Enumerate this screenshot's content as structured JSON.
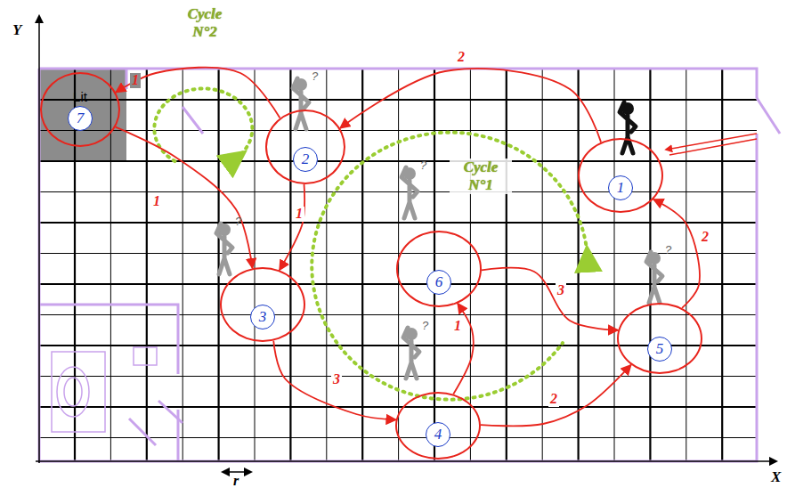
{
  "diagram": {
    "nodes": [
      {
        "text": [
          "1"
        ]
      },
      {
        "text": [
          "2"
        ]
      },
      {
        "text": [
          "3"
        ]
      },
      {
        "text": [
          "4"
        ]
      },
      {
        "text": [
          "5"
        ]
      },
      {
        "text": [
          "6"
        ]
      },
      {
        "text": [
          "Lit",
          "7"
        ]
      }
    ],
    "edges": [
      {
        "from": 0,
        "to": 1,
        "label": "2",
        "arrow": "to"
      },
      {
        "from": 1,
        "to": 6,
        "label": "1",
        "arrow": "to"
      },
      {
        "from": 6,
        "to": 2,
        "label": "1",
        "arrow": "to"
      },
      {
        "from": 1,
        "to": 2,
        "label": "1",
        "arrow": "to"
      },
      {
        "from": 2,
        "to": 3,
        "label": "3",
        "arrow": "to"
      },
      {
        "from": 3,
        "to": 5,
        "label": "1",
        "arrow": "to"
      },
      {
        "from": 3,
        "to": 4,
        "label": "2",
        "arrow": "to"
      },
      {
        "from": 5,
        "to": 4,
        "label": "3",
        "arrow": "to"
      },
      {
        "from": 4,
        "to": 0,
        "label": "2",
        "arrow": "to"
      }
    ],
    "labels": [
      "Cycle N°2",
      "Cycle N°1",
      "Y",
      "X",
      "r",
      "?",
      "?",
      "?",
      "?",
      "?"
    ]
  }
}
